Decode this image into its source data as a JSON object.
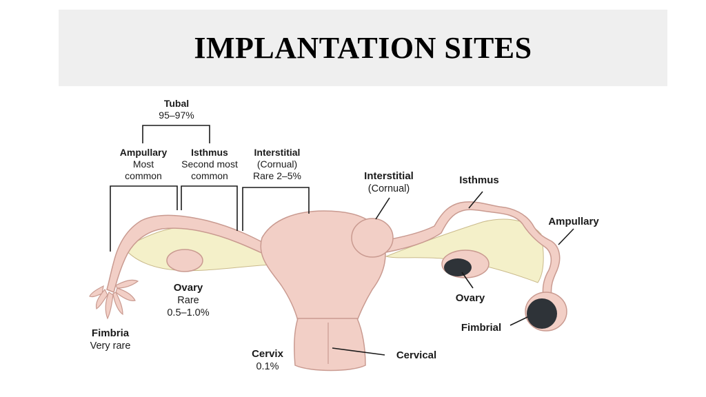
{
  "slide": {
    "title": "IMPLANTATION SITES"
  },
  "top_labels": {
    "tubal": {
      "name": "Tubal",
      "value": "95–97%"
    },
    "ampullary": {
      "name": "Ampullary",
      "line1": "Most",
      "line2": "common"
    },
    "isthmus": {
      "name": "Isthmus",
      "line1": "Second most",
      "line2": "common"
    },
    "interstitial": {
      "name": "Interstitial",
      "line1": "(Cornual)",
      "line2": "Rare 2–5%"
    }
  },
  "left_labels": {
    "fimbria": {
      "name": "Fimbria",
      "note": "Very rare"
    },
    "ovary": {
      "name": "Ovary",
      "line1": "Rare",
      "line2": "0.5–1.0%"
    },
    "cervix": {
      "name": "Cervix",
      "value": "0.1%"
    }
  },
  "right_labels": {
    "interstitial": {
      "name": "Interstitial",
      "note": "(Cornual)"
    },
    "isthmus": "Isthmus",
    "ampullary": "Ampullary",
    "ovary": "Ovary",
    "fimbrial": "Fimbrial",
    "cervical": "Cervical"
  },
  "colors": {
    "title_band": "#efefef",
    "tissue": "#f2cfc6",
    "tissue_shadow": "#c99a90",
    "mesosalpinx": "#f4f0c9",
    "ectopic_sac": "#2e3338",
    "line": "#1a1a1a"
  }
}
